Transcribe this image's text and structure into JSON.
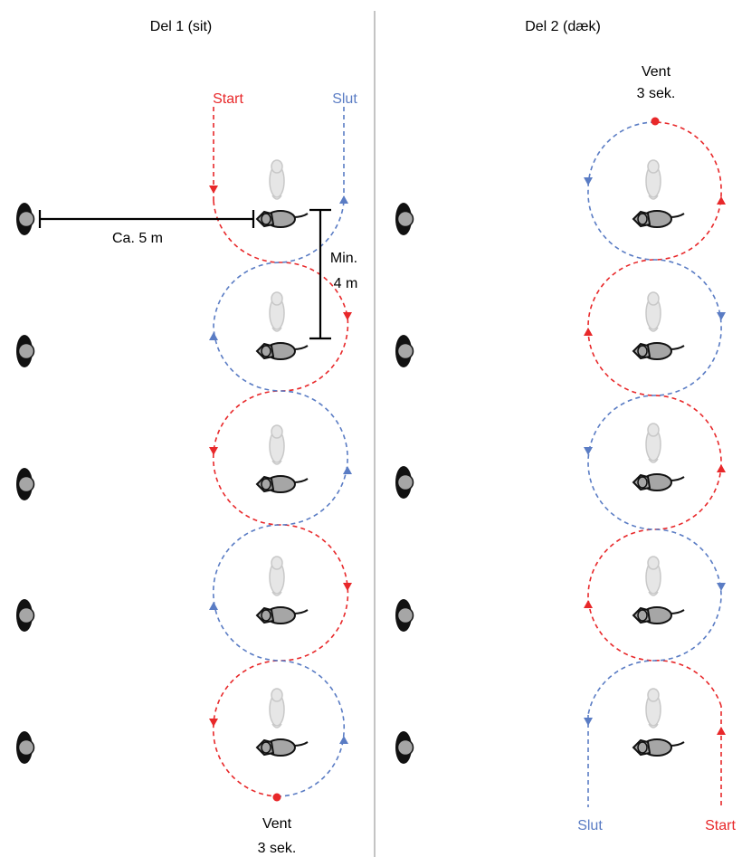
{
  "colors": {
    "red": "#e8282a",
    "blue": "#5a7cc4",
    "divider": "#9e9e9e",
    "dog_fill": "#a6a6a6",
    "ghost_fill": "#e6e6e6",
    "ghost_stroke": "#c8c8c8",
    "measure": "#000000"
  },
  "part1": {
    "title": "Del 1 (sit)",
    "start_label": "Start",
    "end_label": "Slut",
    "wait_label_line1": "Vent",
    "wait_label_line2": "3 sek.",
    "distance_label": "Ca. 5 m",
    "spacing_label_line1": "Min.",
    "spacing_label_line2": "4 m"
  },
  "part2": {
    "title": "Del 2 (dæk)",
    "start_label": "Start",
    "end_label": "Slut",
    "wait_label_line1": "Vent",
    "wait_label_line2": "3 sek."
  },
  "icons": {
    "handler": "handler-icon",
    "dog": "dog-lying-icon",
    "dog_ghost": "dog-sitting-ghost-icon",
    "wait_point": "wait-point-icon"
  }
}
